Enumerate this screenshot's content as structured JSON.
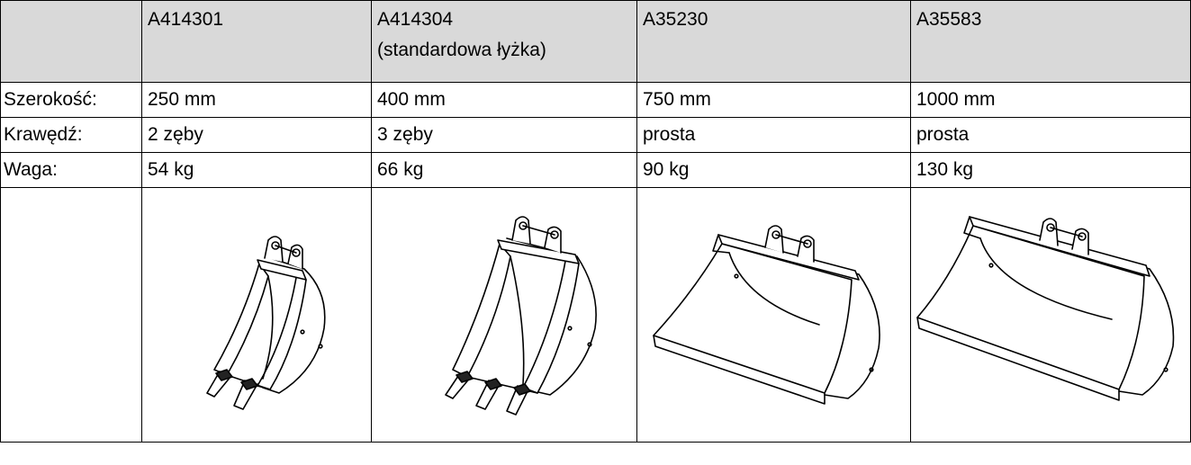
{
  "columns": [
    {
      "code": "A414301",
      "note": ""
    },
    {
      "code": "A414304",
      "note": "(standardowa łyżka)"
    },
    {
      "code": "A35230",
      "note": ""
    },
    {
      "code": "A35583",
      "note": ""
    }
  ],
  "rows": [
    {
      "label": "Szerokość:",
      "values": [
        "250 mm",
        "400 mm",
        "750 mm",
        "1000 mm"
      ]
    },
    {
      "label": "Krawędź:",
      "values": [
        "2 zęby",
        "3 zęby",
        "prosta",
        "prosta"
      ]
    },
    {
      "label": "Waga:",
      "values": [
        "54 kg",
        "66 kg",
        "90 kg",
        "130 kg"
      ]
    }
  ],
  "images": [
    {
      "icon": "narrow-bucket-2-teeth-icon"
    },
    {
      "icon": "standard-bucket-3-teeth-icon"
    },
    {
      "icon": "wide-bucket-straight-edge-icon"
    },
    {
      "icon": "extra-wide-bucket-straight-edge-icon"
    }
  ]
}
